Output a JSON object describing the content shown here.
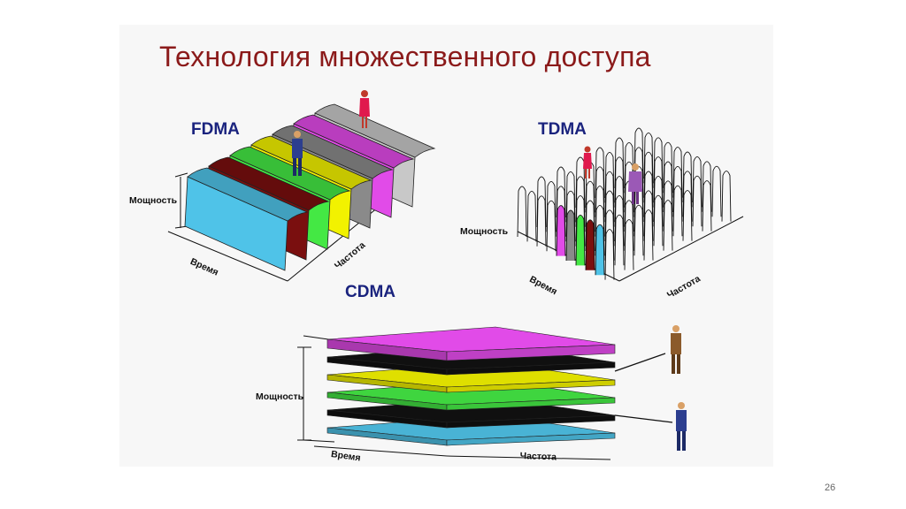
{
  "title": "Технология множественного доступа",
  "page_number": "26",
  "fdma": {
    "label": "FDMA",
    "axis_power": "Мощность",
    "axis_time": "Время",
    "axis_freq": "Частота",
    "band_colors": [
      "#4fc3e8",
      "#7a0f0f",
      "#44e844",
      "#f2f200",
      "#8a8a8a",
      "#e14be8",
      "#c8c8c8"
    ]
  },
  "tdma": {
    "label": "TDMA",
    "axis_power": "Мощность",
    "axis_time": "Время",
    "axis_freq": "Частота",
    "highlight_colors": [
      "#e14be8",
      "#8a8a8a",
      "#44e844",
      "#7a0f0f",
      "#4fc3e8"
    ]
  },
  "cdma": {
    "label": "CDMA",
    "axis_power": "Мощность",
    "axis_time": "Время",
    "axis_freq": "Частота",
    "layer_colors": [
      "#4fc3e8",
      "#111111",
      "#44e844",
      "#f2f200",
      "#111111",
      "#e14be8"
    ]
  }
}
